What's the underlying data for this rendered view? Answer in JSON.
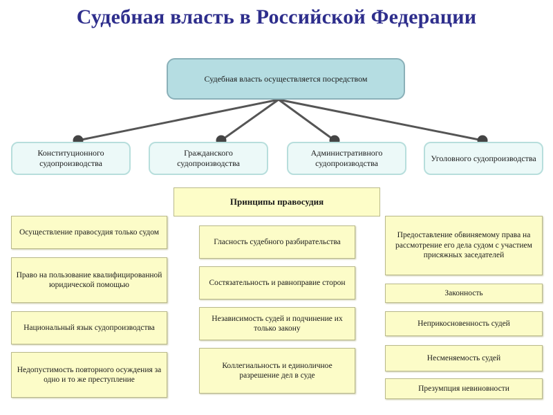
{
  "title": "Судебная власть в Российской Федерации",
  "root": "Судебная власть осуществляется посредством",
  "branches": [
    {
      "label": "Конституционного судопроизводства"
    },
    {
      "label": "Гражданского судопроизводства"
    },
    {
      "label": "Административного судопроизводства"
    },
    {
      "label": "Уголовного судопроизводства"
    }
  ],
  "principles_title": "Принципы правосудия",
  "principles_left": [
    {
      "label": "Осуществление правосудия только судом"
    },
    {
      "label": "Право на пользование квалифицированной юридической помощью"
    },
    {
      "label": "Национальный язык судопроизводства"
    },
    {
      "label": "Недопустимость повторного осуждения за одно и то же преступление"
    }
  ],
  "principles_center": [
    {
      "label": "Гласность судебного разбирательства"
    },
    {
      "label": "Состязательность и равноправие сторон"
    },
    {
      "label": "Независимость судей и подчинение их только закону"
    },
    {
      "label": "Коллегиальность и единоличное разрешение дел в суде"
    }
  ],
  "principles_right": [
    {
      "label": "Предоставление обвиняемому права на рассмотрение его дела судом с участием присяжных заседателей"
    },
    {
      "label": "Законность"
    },
    {
      "label": "Неприкосновенность судей"
    },
    {
      "label": "Несменяемость судей"
    },
    {
      "label": "Презумпция невиновности"
    }
  ],
  "colors": {
    "title": "#2e2e8c",
    "root_fill": "#b5dde2",
    "branch_fill": "#ecf9f8",
    "principle_fill": "#fcfcc8",
    "connector": "#555555"
  }
}
